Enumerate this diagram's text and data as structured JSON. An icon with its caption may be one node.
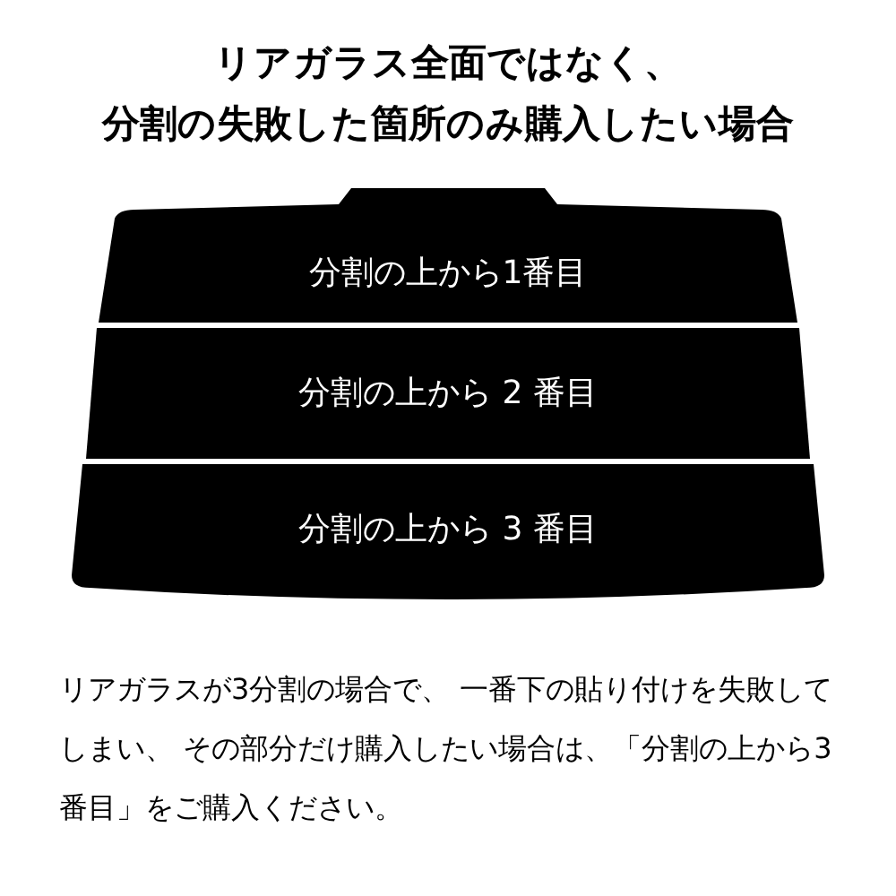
{
  "diagram": {
    "title": "リアガラス全面ではなく、分割の失敗した箇所のみ購入したい場合",
    "caption": "リアガラスが3分割の場合で、 一番下の貼り付けを失敗してしまい、 その部分だけ購入したい場合は、「分割の上から3番目」をご購入ください。",
    "nodes": [
      {
        "text": [
          "分割の上から1番目"
        ]
      },
      {
        "text": [
          "分割の上から 2 番目"
        ]
      },
      {
        "text": [
          "分割の上から 3 番目"
        ]
      }
    ]
  }
}
